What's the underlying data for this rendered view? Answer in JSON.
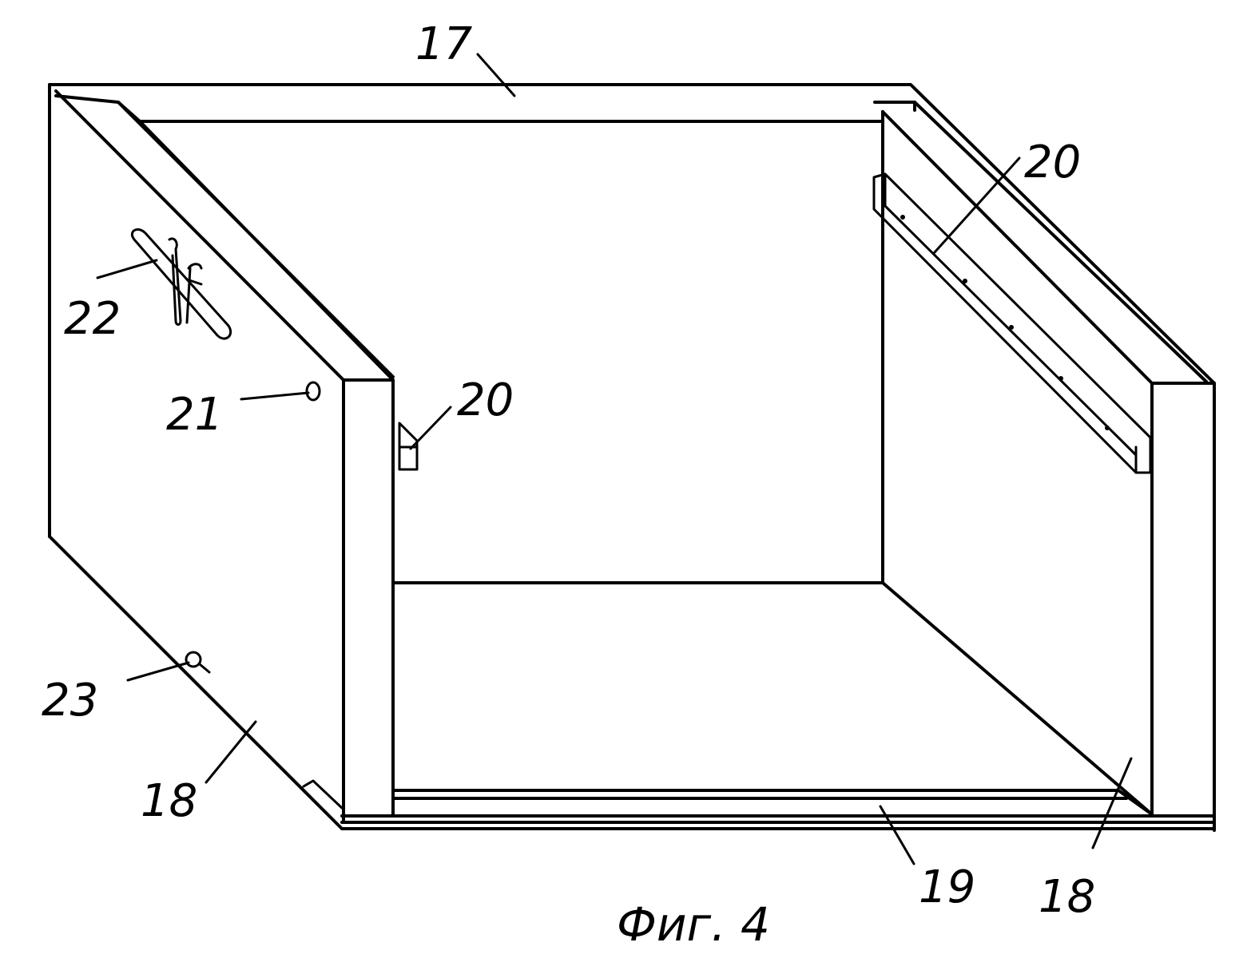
{
  "labels": {
    "p17": "17",
    "p20_upper": "20",
    "p20_lower": "20",
    "p22": "22",
    "p21": "21",
    "p23": "23",
    "p18_left": "18",
    "p18_right": "18",
    "p19": "19"
  },
  "caption": "Фиг. 4",
  "colors": {
    "line": "#000000",
    "background": "#ffffff"
  }
}
